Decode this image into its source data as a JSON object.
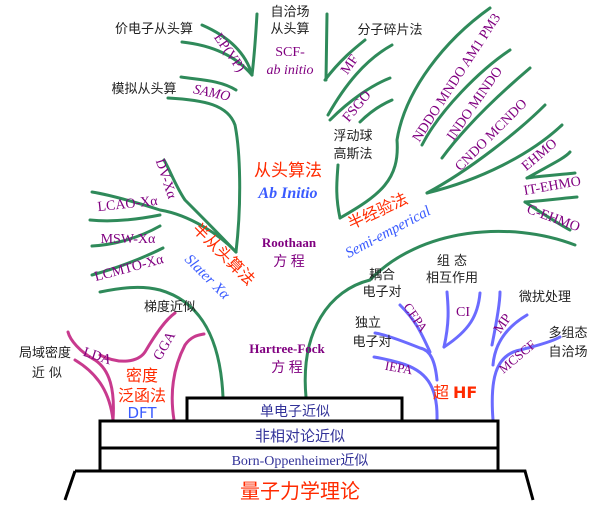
{
  "foundation": {
    "base": "量子力学理论",
    "born_oppenheimer": "Born-Oppenheimer近似",
    "non_relativistic": "非相对论近似",
    "one_electron": "单电子近似"
  },
  "center": {
    "hartree_fock": "Hartree-Fock",
    "hf_equation": "方 程",
    "roothaan": "Roothaan",
    "roothaan_equation": "方 程"
  },
  "ab_initio": {
    "title_cn": "从头算法",
    "title_en": "Ab Initio",
    "scf_cn_1": "自洽场",
    "scf_cn_2": "从头算",
    "scf_en_1": "SCF-",
    "scf_en_2": "ab initio",
    "valence_cn": "价电子从头算",
    "valence_en": "EP(VP)",
    "model_cn": "模拟从头算",
    "model_en": "SAMO"
  },
  "slater": {
    "title_cn": "半从头算法",
    "title_en": "Slater Xα",
    "methods": [
      "DV-Xα",
      "LCAO-Xα",
      "MSW-Xα",
      "LCMTO-Xα"
    ]
  },
  "semi_empirical": {
    "title_cn": "半经验法",
    "title_en": "Semi-emperical",
    "fragment_cn": "分子碎片法",
    "fragment_en": "MF",
    "fsgo_en": "FSGO",
    "fsgo_cn_1": "浮动球",
    "fsgo_cn_2": "高斯法",
    "methods": [
      "NDDO  MNDO  AM1  PM3",
      "INDO  MINDO",
      "CNDO  MCNDO",
      "EHMO",
      "IT-EHMO",
      "C-EHMO"
    ]
  },
  "dft": {
    "title_cn_1": "密度",
    "title_cn_2": "泛函法",
    "title_en": "DFT",
    "lda_cn_1": "局域密度",
    "lda_cn_2": "近 似",
    "lda_en": "LDA",
    "gga_cn": "梯度近似",
    "gga_en": "GGA"
  },
  "post_hf": {
    "title_cn": "超",
    "title_en": "HF",
    "ci_cn_1": "组 态",
    "ci_cn_2": "相互作用",
    "ci_en": "CI",
    "cepa_cn_1": "耦合",
    "cepa_cn_2": "电子对",
    "cepa_en": "CEPA",
    "iepa_cn_1": "独立",
    "iepa_cn_2": "电子对",
    "iepa_en": "IEPA",
    "mp_cn": "微扰处理",
    "mp_en": "MP",
    "mcscf_cn_1": "多组态",
    "mcscf_cn_2": "自洽场",
    "mcscf_en": "MCSCF"
  }
}
